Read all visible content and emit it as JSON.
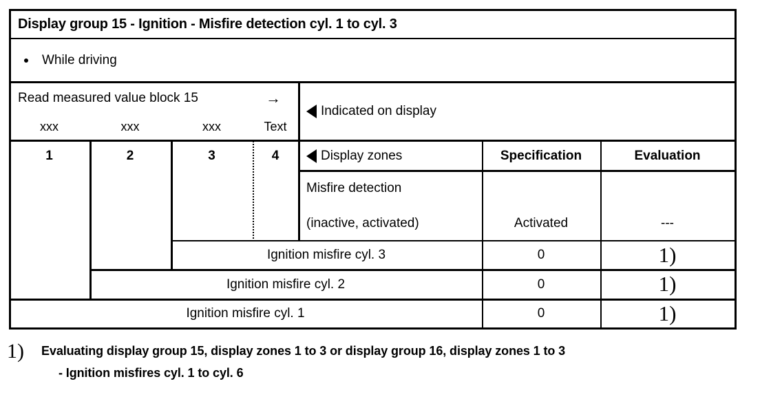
{
  "title": {
    "text": "Display group 15 - Ignition - Misfire detection cyl. 1 to cyl. 3"
  },
  "condition": {
    "bullet_icon": "bullet-dot",
    "text": "While driving"
  },
  "read_block": {
    "label": "Read measured value block 15",
    "arrow_icon": "right-arrow-icon",
    "arrow_glyph": "→",
    "field_types": [
      "xxx",
      "xxx",
      "xxx",
      "Text"
    ],
    "field_numbers": [
      "1",
      "2",
      "3",
      "4"
    ]
  },
  "display": {
    "indicated_label": "Indicated on display",
    "indicated_marker_icon": "left-triangle-icon",
    "zones_label": "Display zones",
    "zones_marker_icon": "left-triangle-icon",
    "col_specification": "Specification",
    "col_evaluation": "Evaluation"
  },
  "rows": [
    {
      "label_line1": "Misfire detection",
      "label_line2": "(inactive, activated)",
      "specification": "Activated",
      "evaluation": "---",
      "evaluation_is_footnote": false
    },
    {
      "label_line1": "Ignition misfire cyl. 3",
      "specification": "0",
      "evaluation": "1)",
      "evaluation_is_footnote": true
    },
    {
      "label_line1": "Ignition misfire cyl. 2",
      "specification": "0",
      "evaluation": "1)",
      "evaluation_is_footnote": true
    },
    {
      "label_line1": "Ignition misfire cyl. 1",
      "specification": "0",
      "evaluation": "1)",
      "evaluation_is_footnote": true
    }
  ],
  "footnote": {
    "marker": "1)",
    "line1": "Evaluating display group 15, display zones 1 to 3 or display group 16, display zones 1 to 3",
    "line2": "- Ignition misfires cyl. 1 to  cyl. 6"
  },
  "colors": {
    "ink": "#000000",
    "paper": "#ffffff"
  }
}
